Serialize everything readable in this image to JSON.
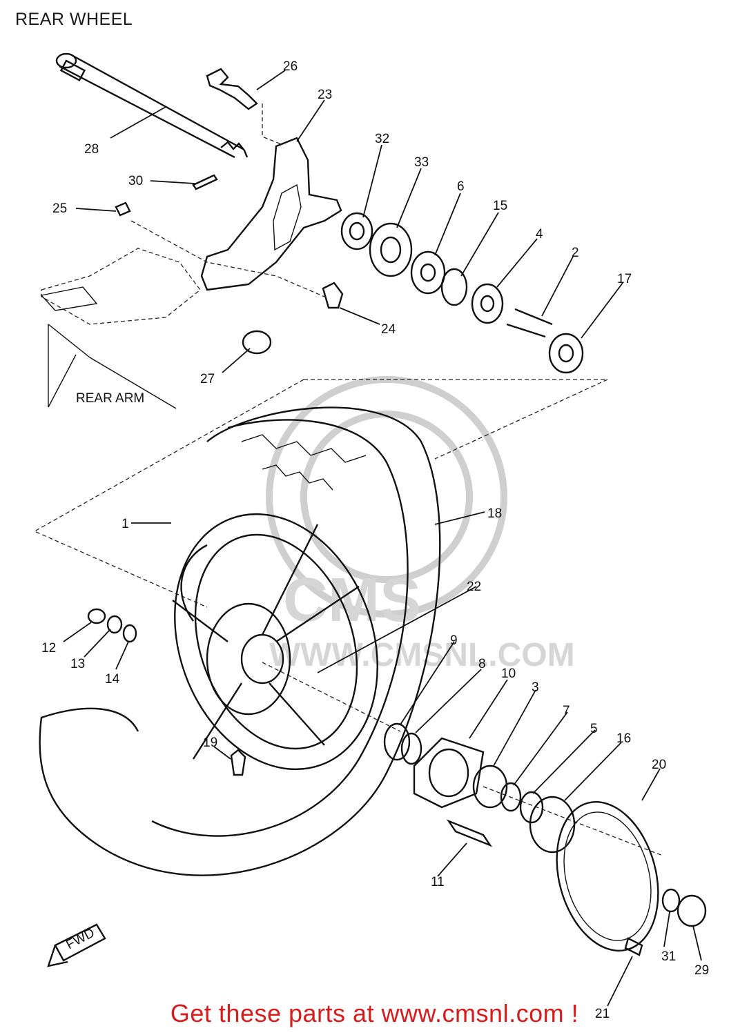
{
  "page": {
    "title": "REAR WHEEL"
  },
  "labels": {
    "rear_arm": "REAR ARM",
    "fwd": "FWD"
  },
  "watermark": {
    "brand": "CMS",
    "site": "WWW.CMSNL.COM"
  },
  "parts": [
    "1",
    "2",
    "3",
    "4",
    "5",
    "6",
    "7",
    "8",
    "9",
    "10",
    "11",
    "12",
    "13",
    "14",
    "15",
    "16",
    "17",
    "18",
    "19",
    "20",
    "21",
    "22",
    "23",
    "24",
    "25",
    "26",
    "27",
    "28",
    "29",
    "30",
    "31",
    "32",
    "33"
  ],
  "footer": {
    "link_text": "Get these parts at www.cmsnl.com !"
  },
  "colors": {
    "link": "#d81b1b",
    "ink": "#111111"
  }
}
